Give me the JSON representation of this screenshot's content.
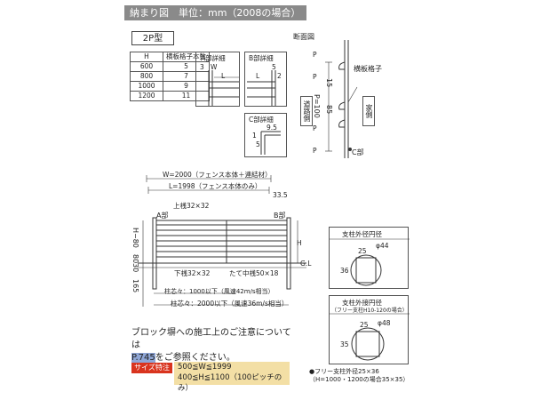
{
  "header": {
    "title": "納まり図　単位：mm（2008の場合）"
  },
  "model_badge": "2P型",
  "spec_table": {
    "headers": [
      "H",
      "横板格子本数"
    ],
    "rows": [
      [
        "600",
        "5"
      ],
      [
        "800",
        "7"
      ],
      [
        "1000",
        "9"
      ],
      [
        "1200",
        "11"
      ]
    ]
  },
  "detail_a": {
    "title": "A部詳細",
    "d1": "3",
    "d2": "W",
    "d3": "L"
  },
  "detail_b": {
    "title": "B部詳細",
    "d1": "5",
    "d2": "L",
    "d3": "2"
  },
  "detail_c": {
    "title": "C部詳細",
    "d1": "9.5",
    "d2": "1",
    "d3": "5"
  },
  "section": {
    "title": "断面図",
    "p1": "P",
    "p2": "P",
    "p3": "P",
    "p4": "P",
    "dim15": "15",
    "dim85": "85",
    "pitch": "P=100",
    "label_slat": "横板格子",
    "label_road": "道路側",
    "label_house": "家側",
    "label_c": "C部"
  },
  "elevation": {
    "w_label": "W=2000（フェンス本体＋連結材）",
    "l_label": "L=1998（フェンス本体のみ）",
    "dim335": "33.5",
    "top_rail": "上桟32×32",
    "a_label": "A部",
    "b_label": "B部",
    "h_label": "H",
    "left_h": "H−80",
    "left_80": "80",
    "left_30": "30",
    "left_165": "165",
    "gl": "G.L",
    "bottom_rail": "下桟32×32",
    "mid_rail": "たて中桟50×18",
    "pitch1": "柱芯々：1000以下（風速42m/s相当）",
    "pitch2": "柱芯々：2000以下（風速36m/s相当）"
  },
  "post1": {
    "title": "支柱外径円径",
    "diam": "φ44",
    "side": "25",
    "side2": "36"
  },
  "post2": {
    "title": "支柱外接円径",
    "subtitle": "（フリー支柱H10-120の場合）",
    "diam": "φ48",
    "side": "25",
    "side2": "35"
  },
  "notice": {
    "line1": "ブロック塀への施工上のご注意については",
    "ref": "P.745",
    "line2": "をご参照ください。"
  },
  "size_note": {
    "tag": "サイズ特注",
    "line1": "500≦W≦1999",
    "line2": "400≦H≦1100（100ピッチのみ）"
  },
  "free_post": {
    "line1": "●フリー支柱外径25×36",
    "line2": "（H=1000・1200の場合35×35）"
  }
}
